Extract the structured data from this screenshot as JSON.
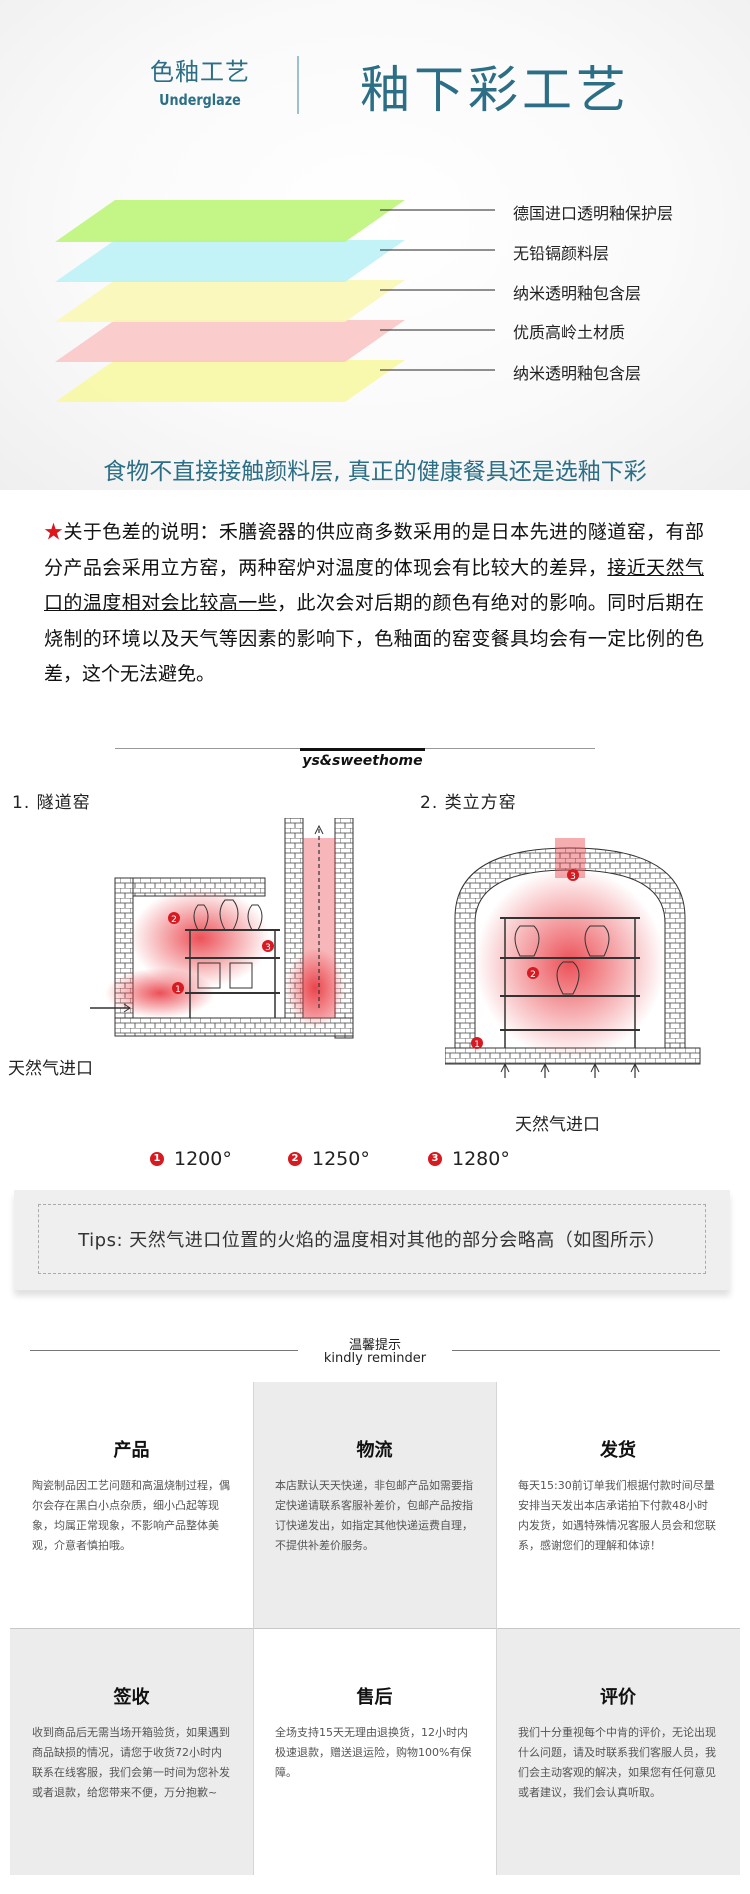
{
  "header": {
    "left_cn": "色釉工艺",
    "left_en": "Underglaze",
    "title": "釉下彩工艺"
  },
  "layers": [
    {
      "label": "德国进口透明釉保护层",
      "color": "#bdf57a"
    },
    {
      "label": "无铅镉颜料层",
      "color": "#bdf2f6"
    },
    {
      "label": "纳米透明釉包含层",
      "color": "#f9f7b5"
    },
    {
      "label": "优质高岭土材质",
      "color": "#f9c7c7"
    },
    {
      "label": "纳米透明釉包含层",
      "color": "#f8f8a4"
    }
  ],
  "tagline": "食物不直接接触颜料层, 真正的健康餐具还是选釉下彩",
  "notice": {
    "star": "★",
    "part1": "关于色差的说明：禾膳瓷器的供应商多数采用的是日本先进的隧道窑，有部分产品会采用立方窑，两种窑炉对温度的体现会有比较大的差异，",
    "underlined": "接近天然气口的温度相对会比较高一些",
    "part2": "，此次会对后期的颜色有绝对的影响。同时后期在烧制的环境以及天气等因素的影响下，色釉面的窑变餐具均会有一定比例的色差，这个无法避免。"
  },
  "kiln": {
    "brand": "ys&sweethome",
    "tunnel_title": "1. 隧道窑",
    "cube_title": "2. 类立方窑",
    "gas_inlet_left": "天然气进口",
    "gas_inlet_right": "天然气进口",
    "temps": [
      {
        "num": "1",
        "value": "1200°"
      },
      {
        "num": "2",
        "value": "1250°"
      },
      {
        "num": "3",
        "value": "1280°"
      }
    ],
    "tips": "Tips: 天然气进口位置的火焰的温度相对其他的部分会略高（如图所示）",
    "accent": "#d71920"
  },
  "reminder": {
    "title_cn": "温馨提示",
    "title_en": "kindly reminder",
    "cells": [
      {
        "title": "产品",
        "body": "陶瓷制品因工艺问题和高温烧制过程，偶尔会存在黑白小点杂质，细小凸起等现象，均属正常现象，不影响产品整体美观，介意者慎拍哦。"
      },
      {
        "title": "物流",
        "body": "本店默认天天快递，非包邮产品如需要指定快递请联系客服补差价，包邮产品按指订快递发出，如指定其他快递运费自理，不提供补差价服务。"
      },
      {
        "title": "发货",
        "body": "每天15:30前订单我们根据付款时间尽量安排当天发出本店承诺拍下付款48小时内发货，如遇特殊情况客服人员会和您联系，感谢您们的理解和体谅！"
      },
      {
        "title": "签收",
        "body": "收到商品后无需当场开箱验货，如果遇到商品缺损的情况，请您于收货72小时内联系在线客服，我们会第一时间为您补发或者退款，给您带来不便，万分抱歉~"
      },
      {
        "title": "售后",
        "body": "全场支持15天无理由退换货，12小时内极速退款，赠送退运险，购物100%有保障。"
      },
      {
        "title": "评价",
        "body": "我们十分重视每个中肯的评价，无论出现什么问题，请及时联系我们客服人员，我们会主动客观的解决，如果您有任何意见或者建议，我们会认真听取。"
      }
    ]
  }
}
